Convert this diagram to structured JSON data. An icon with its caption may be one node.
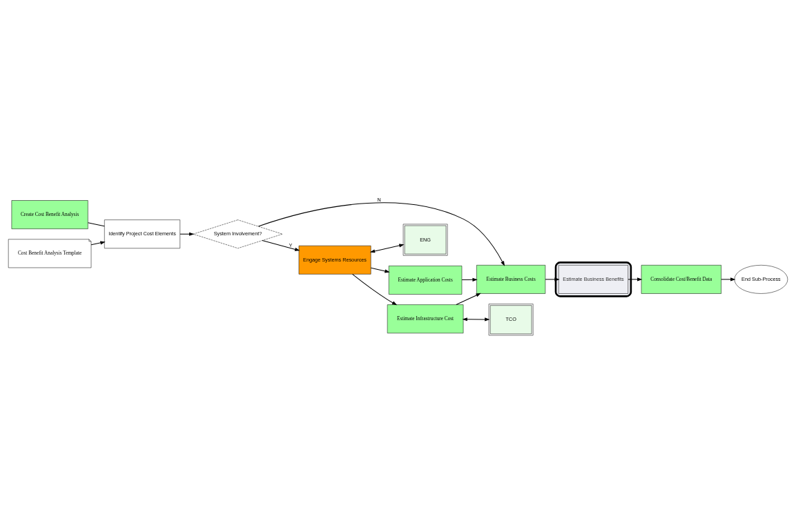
{
  "diagram": {
    "nodes": [
      {
        "text": [
          "Create Cost Benefit Analysis"
        ]
      },
      {
        "text": [
          "Identify Project Cost Elements"
        ]
      },
      {
        "text": [
          "Cost Benefit Analysis Template"
        ]
      },
      {
        "text": [
          "System Involvement?"
        ]
      },
      {
        "text": [
          "Estimate Business Costs"
        ]
      },
      {
        "text": [],
        "shape": "box"
      },
      {
        "text": [
          "Estimate Business Benefits"
        ],
        "in": 5
      },
      {
        "text": [
          "Consolidate Cost/Benefit Data"
        ]
      },
      {
        "text": [
          "End Sub-Process"
        ]
      },
      {
        "text": [
          "Engage Systems Resources"
        ]
      },
      {
        "text": [
          "ENG"
        ]
      },
      {
        "text": [
          "Estimate Application Costs"
        ]
      },
      {
        "text": [
          "Estimate Infrastructure Cost"
        ]
      },
      {
        "text": [
          "TCO"
        ]
      }
    ],
    "edges": [
      {
        "from": 0,
        "to": 1,
        "arrow": "none"
      },
      {
        "from": 2,
        "to": 1,
        "arrow": "to"
      },
      {
        "from": 1,
        "to": 3,
        "arrow": "to"
      },
      {
        "from": 3,
        "to": 4,
        "arrow": "to",
        "label": "N"
      },
      {
        "from": 3,
        "to": 9,
        "arrow": "to",
        "label": "Y"
      },
      {
        "from": 4,
        "to": 6,
        "arrow": "to"
      },
      {
        "from": 6,
        "to": 7,
        "arrow": "to"
      },
      {
        "from": 7,
        "to": 8,
        "arrow": "to"
      },
      {
        "from": 9,
        "to": 10,
        "arrow": "both"
      },
      {
        "from": 9,
        "to": 11,
        "arrow": "to"
      },
      {
        "from": 9,
        "to": 12,
        "arrow": "to"
      },
      {
        "from": 12,
        "to": 13,
        "arrow": "both"
      },
      {
        "from": 11,
        "to": 4,
        "arrow": "to"
      },
      {
        "from": 12,
        "to": 4,
        "arrow": "to"
      }
    ]
  }
}
